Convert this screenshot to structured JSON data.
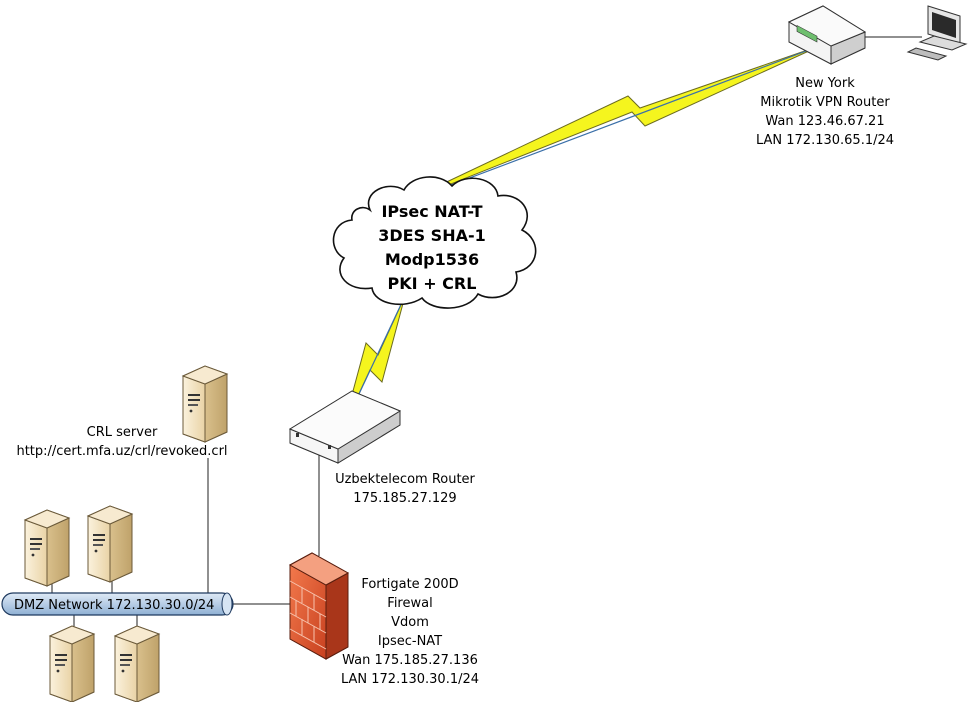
{
  "cloud": {
    "lines": [
      "IPsec NAT-T",
      "3DES SHA-1",
      "Modp1536",
      "PKI + CRL"
    ]
  },
  "ny_router": {
    "lines": [
      "New York",
      "Mikrotik VPN Router",
      "Wan 123.46.67.21",
      "LAN 172.130.65.1/24"
    ]
  },
  "uz_router": {
    "lines": [
      "Uzbektelecom Router",
      "175.185.27.129"
    ]
  },
  "firewall": {
    "lines": [
      "Fortigate 200D",
      "Firewal",
      "Vdom",
      "Ipsec-NAT",
      "Wan 175.185.27.136",
      "LAN 172.130.30.1/24"
    ]
  },
  "crl_server": {
    "lines": [
      "CRL server",
      "http://cert.mfa.uz/crl/revoked.crl"
    ]
  },
  "dmz": {
    "label": "DMZ Network 172.130.30.0/24"
  },
  "colors": {
    "lightning": "#f5f51e",
    "bus_fill": "#bcd3ea",
    "bus_stroke": "#1f3a5f",
    "firewall_red": "#e05a33",
    "server_body": "#f3e3c4"
  },
  "icons": [
    "router-icon",
    "computer-icon",
    "server-icon",
    "firewall-icon",
    "cloud-icon",
    "lightning-icon"
  ]
}
